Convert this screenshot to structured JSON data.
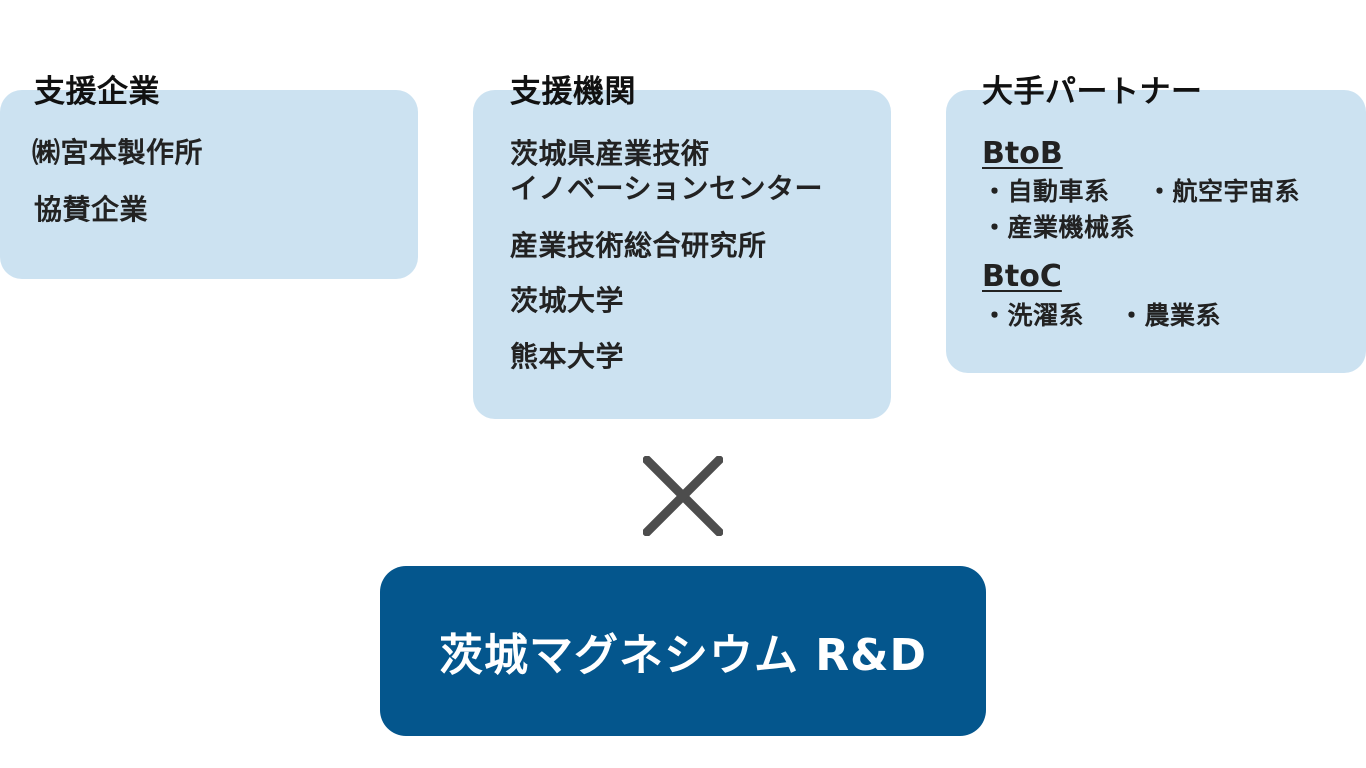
{
  "panels": {
    "support_companies": {
      "title": "支援企業",
      "items": [
        "㈱宮本製作所",
        "協賛企業"
      ]
    },
    "support_institutions": {
      "title": "支援機関",
      "items": [
        "茨城県産業技術",
        "イノベーションセンター",
        "産業技術総合研究所",
        "茨城大学",
        "熊本大学"
      ]
    },
    "major_partners": {
      "title": "大手パートナー",
      "btob": {
        "label": "BtoB",
        "items": [
          "・自動車系",
          "・航空宇宙系",
          "・産業機械系"
        ]
      },
      "btoc": {
        "label": "BtoC",
        "items": [
          "・洗濯系",
          "・農業系"
        ]
      }
    }
  },
  "connector": {
    "icon": "times-icon",
    "color": "#4d4d4d"
  },
  "main": {
    "label": "茨城マグネシウム R&D",
    "color": "#04568d"
  },
  "colors": {
    "panel_bg": "#cce2f1"
  }
}
